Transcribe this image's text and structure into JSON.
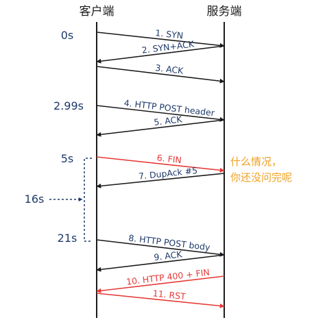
{
  "client_label": "客户端",
  "server_label": "服务端",
  "time_labels": [
    "0s",
    "2.99s",
    "5s",
    "16s",
    "21s"
  ],
  "messages": [
    {
      "text": "1. SYN",
      "direction": "to-server",
      "color": "#1f3a6b"
    },
    {
      "text": "2. SYN+ACK",
      "direction": "to-client",
      "color": "#1f3a6b"
    },
    {
      "text": "3. ACK",
      "direction": "to-server",
      "color": "#1f3a6b"
    },
    {
      "text": "4. HTTP POST header",
      "direction": "to-server",
      "color": "#1f3a6b"
    },
    {
      "text": "5. ACK",
      "direction": "to-client",
      "color": "#1f3a6b"
    },
    {
      "text": "6. FIN",
      "direction": "to-server",
      "color": "#e53935"
    },
    {
      "text": "7. DupAck #5",
      "direction": "to-client",
      "color": "#1f3a6b"
    },
    {
      "text": "8. HTTP POST body",
      "direction": "to-server",
      "color": "#1f3a6b"
    },
    {
      "text": "9. ACK",
      "direction": "to-client",
      "color": "#1f3a6b"
    },
    {
      "text": "10. HTTP 400 + FIN",
      "direction": "to-client",
      "color": "#e53935"
    },
    {
      "text": "11. RST",
      "direction": "to-server",
      "color": "#e53935"
    }
  ],
  "annotation": [
    "什么情况，",
    "你还没问完呢"
  ],
  "colors": {
    "navy": "#1f3a6b",
    "red": "#e53935",
    "orange": "#f0a020",
    "black": "#1a1a1a"
  }
}
